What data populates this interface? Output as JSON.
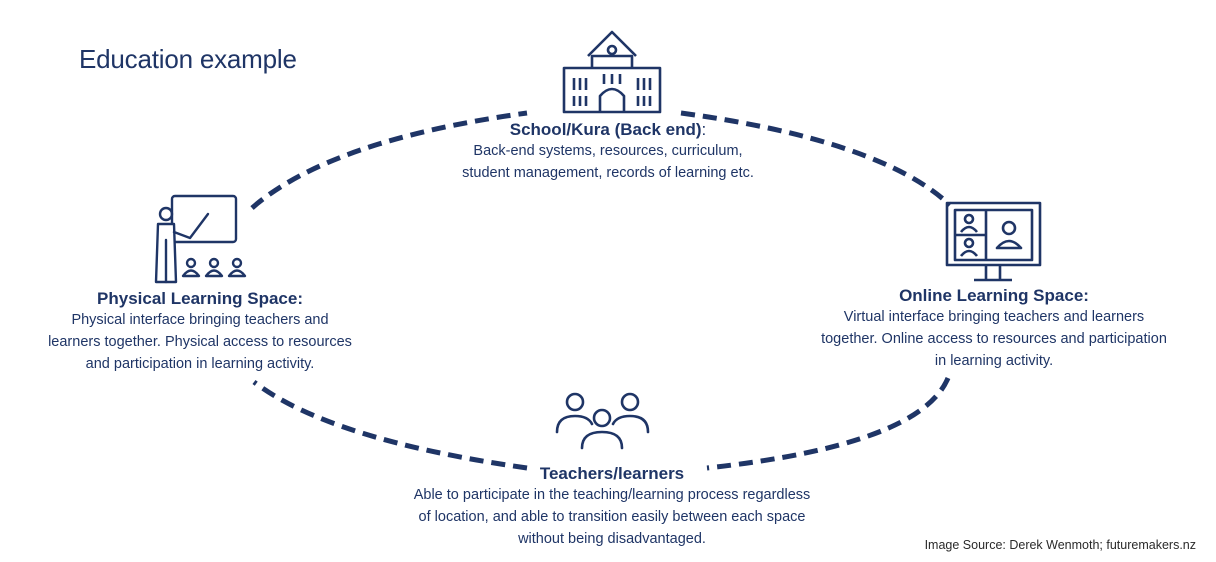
{
  "title": "Education example",
  "nodes": {
    "school": {
      "icon": "school-building-icon",
      "title": "School/Kura (Back end)",
      "title_suffix": ":",
      "description_lines": [
        "Back-end systems, resources, curriculum,",
        "student management,  records of learning etc."
      ]
    },
    "physical": {
      "icon": "teacher-classroom-icon",
      "title": "Physical Learning Space:",
      "description_lines": [
        "Physical interface bringing teachers and",
        "learners together. Physical access to resources",
        "and participation in learning activity."
      ]
    },
    "online": {
      "icon": "video-conference-monitor-icon",
      "title": "Online Learning Space:",
      "description_lines": [
        "Virtual interface bringing teachers and learners",
        "together. Online access to resources and participation",
        "in learning activity."
      ]
    },
    "teachers": {
      "icon": "group-people-icon",
      "title": "Teachers/learners",
      "description_lines": [
        "Able to participate in the teaching/learning process regardless",
        "of location, and able to transition easily between each space",
        "without being disadvantaged."
      ]
    }
  },
  "source": "Image Source: Derek Wenmoth; futuremakers.nz",
  "colors": {
    "primary": "#1f3566",
    "source_text": "#2a2a2a"
  }
}
